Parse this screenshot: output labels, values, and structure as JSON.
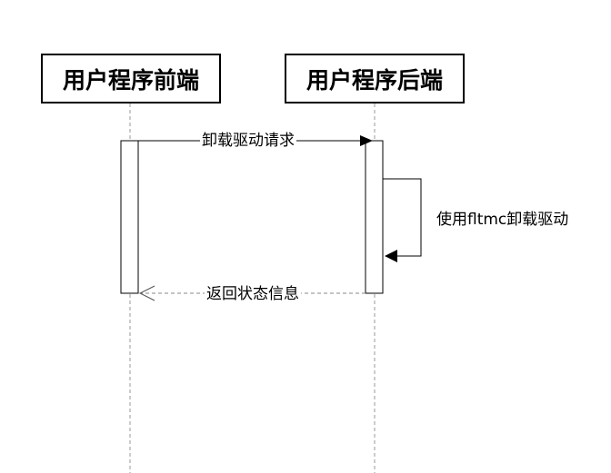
{
  "participants": [
    {
      "name": "用户程序前端"
    },
    {
      "name": "用户程序后端"
    }
  ],
  "messages": [
    {
      "from": "用户程序前端",
      "to": "用户程序后端",
      "text": "卸载驱动请求",
      "style": "solid"
    },
    {
      "from": "用户程序后端",
      "to": "用户程序后端",
      "text": "使用fltmc卸载驱动",
      "style": "solid"
    },
    {
      "from": "用户程序后端",
      "to": "用户程序前端",
      "text": "返回状态信息",
      "style": "dashed"
    }
  ]
}
